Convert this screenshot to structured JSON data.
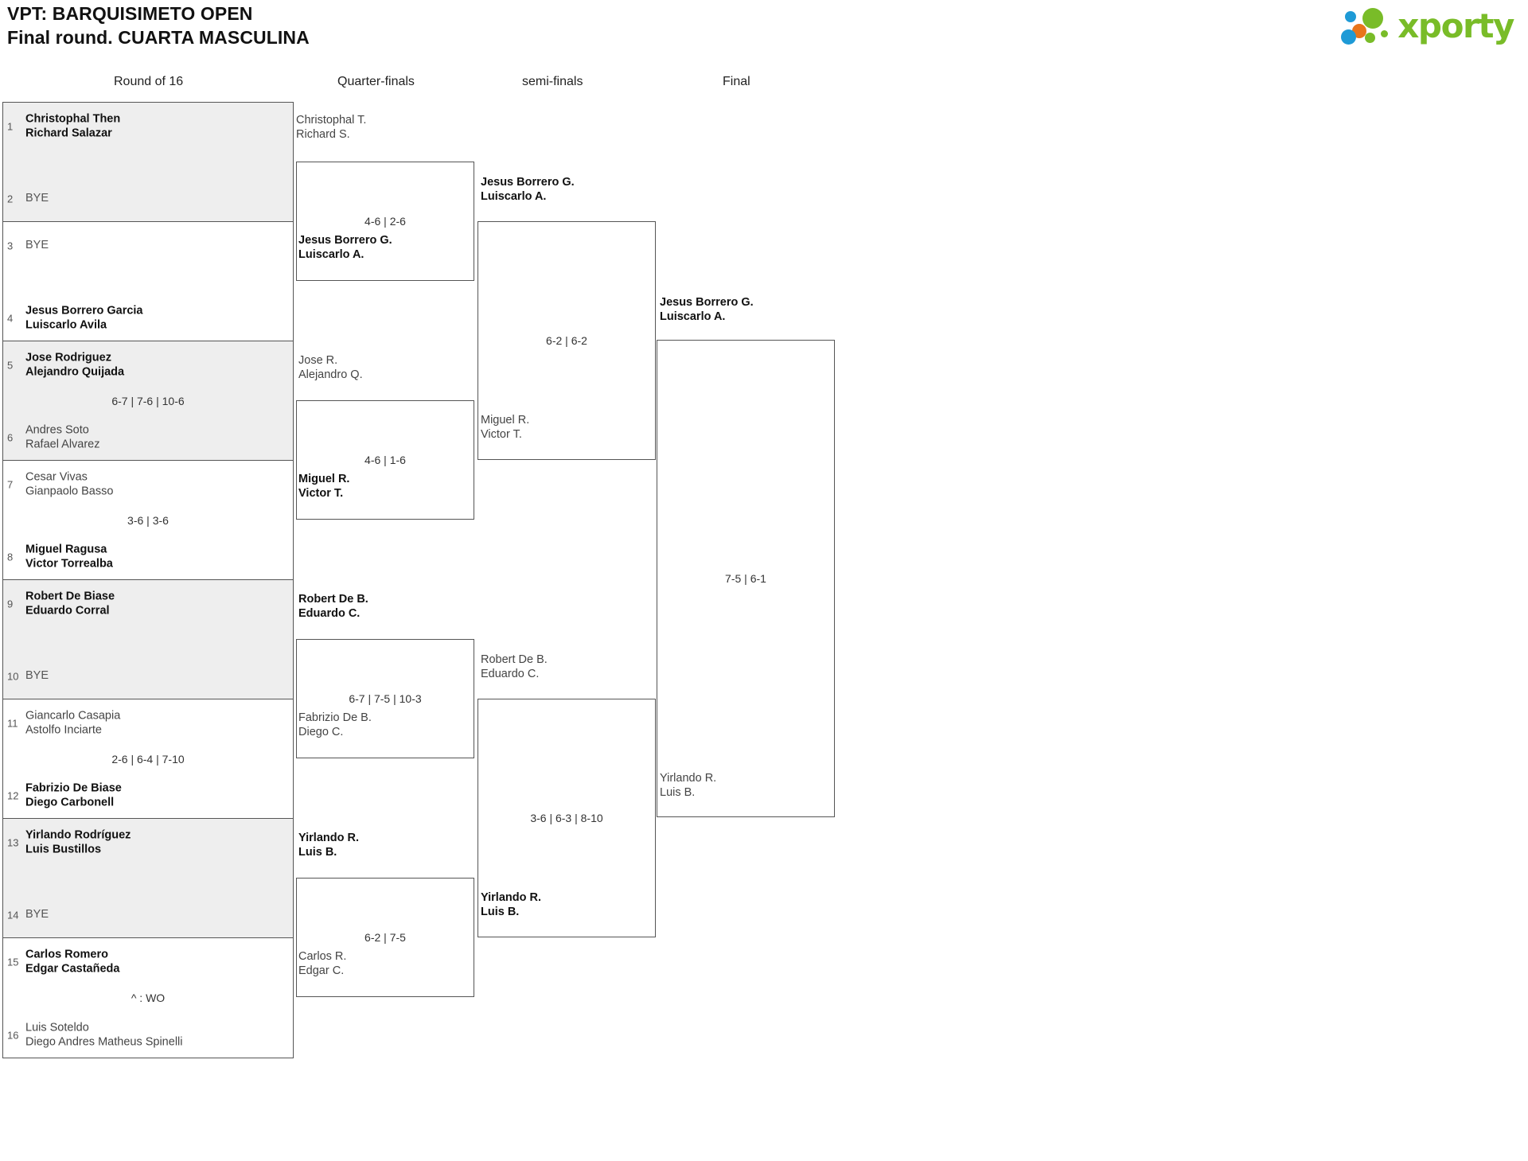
{
  "header": {
    "title_line1": "VPT: BARQUISIMETO OPEN",
    "title_line2": "Final round. CUARTA MASCULINA",
    "logo_text": "xporty",
    "logo_colors": {
      "green": "#79bc28",
      "orange": "#e8751a",
      "blue": "#1e9ad6"
    }
  },
  "rounds": [
    {
      "id": "round-of-16",
      "label": "Round of 16"
    },
    {
      "id": "quarter-finals",
      "label": "Quarter-finals"
    },
    {
      "id": "semi-finals",
      "label": "semi-finals"
    },
    {
      "id": "final",
      "label": "Final"
    }
  ],
  "round_of_16": {
    "pairs": [
      {
        "shaded": true,
        "top": {
          "seed": "1",
          "line1": "Christophal Then",
          "line2": "Richard Salazar",
          "state": "win"
        },
        "bottom": {
          "seed": "2",
          "line1": "BYE",
          "line2": "",
          "state": "bye"
        },
        "score": ""
      },
      {
        "shaded": false,
        "top": {
          "seed": "3",
          "line1": "BYE",
          "line2": "",
          "state": "bye"
        },
        "bottom": {
          "seed": "4",
          "line1": "Jesus Borrero Garcia",
          "line2": "Luiscarlo Avila",
          "state": "win"
        },
        "score": ""
      },
      {
        "shaded": true,
        "top": {
          "seed": "5",
          "line1": "Jose Rodriguez",
          "line2": "Alejandro Quijada",
          "state": "win"
        },
        "bottom": {
          "seed": "6",
          "line1": "Andres Soto",
          "line2": "Rafael Alvarez",
          "state": "lose"
        },
        "score": "6-7 | 7-6 | 10-6"
      },
      {
        "shaded": false,
        "top": {
          "seed": "7",
          "line1": "Cesar Vivas",
          "line2": "Gianpaolo Basso",
          "state": "lose"
        },
        "bottom": {
          "seed": "8",
          "line1": "Miguel Ragusa",
          "line2": "Victor Torrealba",
          "state": "win"
        },
        "score": "3-6 | 3-6"
      },
      {
        "shaded": true,
        "top": {
          "seed": "9",
          "line1": "Robert De Biase",
          "line2": "Eduardo Corral",
          "state": "win"
        },
        "bottom": {
          "seed": "10",
          "line1": "BYE",
          "line2": "",
          "state": "bye"
        },
        "score": ""
      },
      {
        "shaded": false,
        "top": {
          "seed": "11",
          "line1": "Giancarlo Casapia",
          "line2": "Astolfo Inciarte",
          "state": "lose"
        },
        "bottom": {
          "seed": "12",
          "line1": "Fabrizio De Biase",
          "line2": "Diego Carbonell",
          "state": "win"
        },
        "score": "2-6 | 6-4 | 7-10"
      },
      {
        "shaded": true,
        "top": {
          "seed": "13",
          "line1": "Yirlando Rodríguez",
          "line2": "Luis Bustillos",
          "state": "win"
        },
        "bottom": {
          "seed": "14",
          "line1": "BYE",
          "line2": "",
          "state": "bye"
        },
        "score": ""
      },
      {
        "shaded": false,
        "top": {
          "seed": "15",
          "line1": "Carlos Romero",
          "line2": "Edgar Castañeda",
          "state": "win"
        },
        "bottom": {
          "seed": "16",
          "line1": "Luis Soteldo",
          "line2": "Diego Andres Matheus Spinelli",
          "state": "lose"
        },
        "score": "^ : WO"
      }
    ]
  },
  "quarter_finals": {
    "matches": [
      {
        "top": {
          "line1": "Christophal T.",
          "line2": "Richard S.",
          "state": "lose"
        },
        "bottom": {
          "line1": "Jesus Borrero G.",
          "line2": "Luiscarlo A.",
          "state": "win"
        },
        "score": "4-6 | 2-6"
      },
      {
        "top": {
          "line1": "Jose R.",
          "line2": "Alejandro Q.",
          "state": "lose"
        },
        "bottom": {
          "line1": "Miguel R.",
          "line2": "Victor T.",
          "state": "win"
        },
        "score": "4-6 | 1-6"
      },
      {
        "top": {
          "line1": "Robert De B.",
          "line2": "Eduardo C.",
          "state": "win"
        },
        "bottom": {
          "line1": "Fabrizio De B.",
          "line2": "Diego C.",
          "state": "lose"
        },
        "score": "6-7 | 7-5 | 10-3"
      },
      {
        "top": {
          "line1": "Yirlando R.",
          "line2": "Luis B.",
          "state": "win"
        },
        "bottom": {
          "line1": "Carlos R.",
          "line2": "Edgar C.",
          "state": "lose"
        },
        "score": "6-2 | 7-5"
      }
    ]
  },
  "semi_finals": {
    "matches": [
      {
        "top": {
          "line1": "Jesus Borrero G.",
          "line2": "Luiscarlo A.",
          "state": "win"
        },
        "bottom": {
          "line1": "Miguel R.",
          "line2": "Victor T.",
          "state": "lose"
        },
        "score": "6-2 | 6-2"
      },
      {
        "top": {
          "line1": "Robert De B.",
          "line2": "Eduardo C.",
          "state": "lose"
        },
        "bottom": {
          "line1": "Yirlando R.",
          "line2": "Luis B.",
          "state": "win"
        },
        "score": "3-6 | 6-3 | 8-10"
      }
    ]
  },
  "final": {
    "matches": [
      {
        "top": {
          "line1": "Jesus Borrero G.",
          "line2": "Luiscarlo A.",
          "state": "win"
        },
        "bottom": {
          "line1": "Yirlando R.",
          "line2": "Luis B.",
          "state": "lose"
        },
        "score": "7-5 | 6-1"
      }
    ]
  }
}
